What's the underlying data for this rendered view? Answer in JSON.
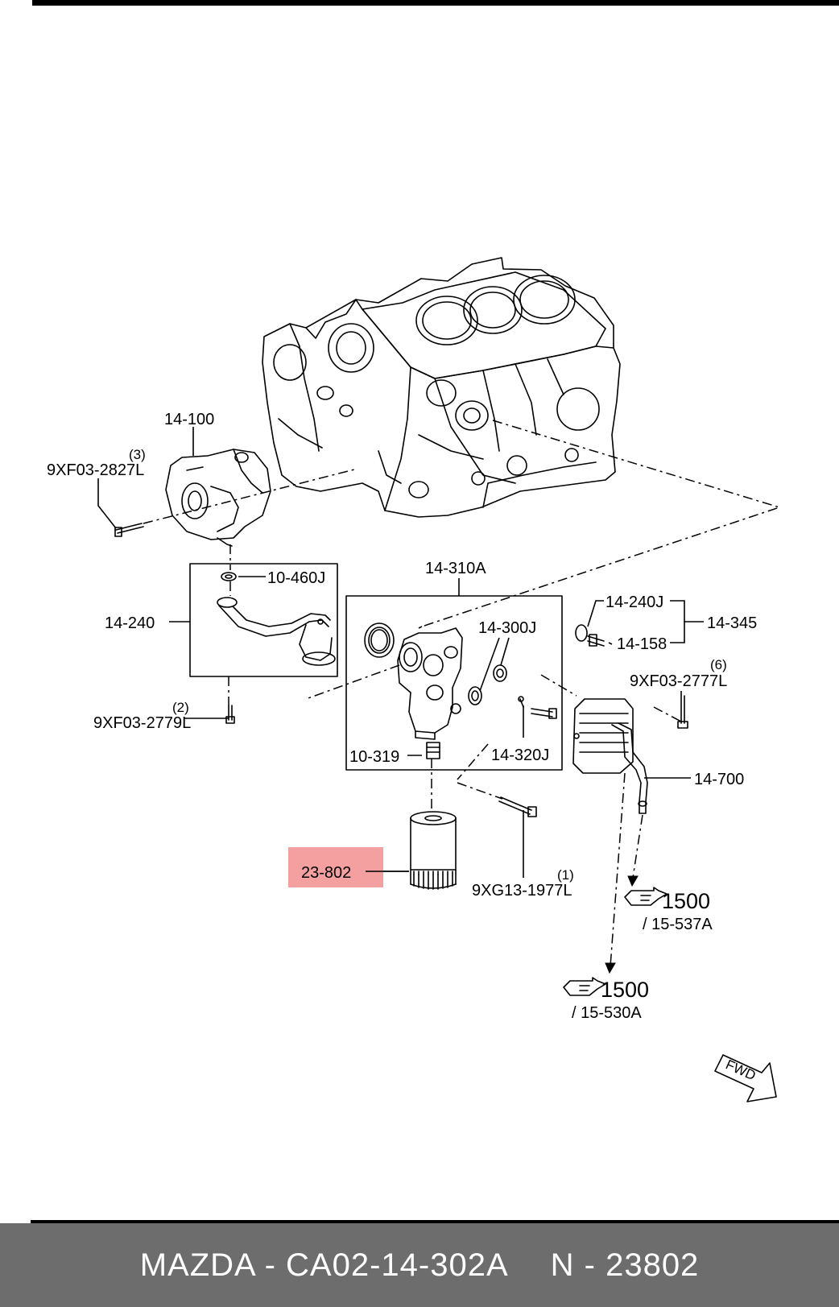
{
  "labels": {
    "p14_100": "14-100",
    "q3": "(3)",
    "b9xf03_2827l": "9XF03-2827L",
    "p10_460j": "10-460J",
    "p14_240": "14-240",
    "q2": "(2)",
    "b9xf03_2779l": "9XF03-2779L",
    "p14_310a": "14-310A",
    "p14_300j": "14-300J",
    "p10_319": "10-319",
    "p14_320j": "14-320J",
    "p14_240j": "14-240J",
    "p14_158": "14-158",
    "p14_345": "14-345",
    "q6": "(6)",
    "b9xf03_2777l": "9XF03-2777L",
    "p14_700": "14-700",
    "p23_802": "23-802",
    "q1": "(1)",
    "b9xg13_1977l": "9XG13-1977L",
    "ref1_num": "1500",
    "ref1_sub": "/ 15-537A",
    "ref2_num": "1500",
    "ref2_sub": "/ 15-530A",
    "fwd": "FWD"
  },
  "highlight_color": "#f4a0a0",
  "footer": {
    "part": "MAZDA - CA02-14-302A",
    "number": "N - 23802"
  }
}
